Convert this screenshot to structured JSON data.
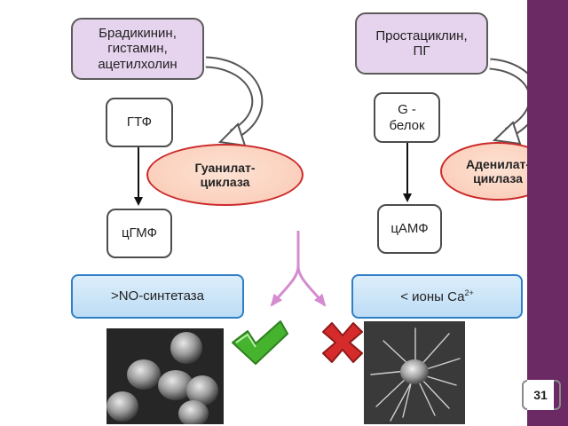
{
  "left": {
    "trigger": "Брадикинин,\nгистамин,\nацетилхолин",
    "substrate": "ГТФ",
    "enzyme": "Гуанилат-\nциклаза",
    "product": "цГМФ",
    "effect": ">NO-синтетаза"
  },
  "right": {
    "trigger": "Простациклин,\nПГ",
    "substrate": "G -\nбелок",
    "enzyme": "Аденилат-\nциклаза",
    "product": "цАМФ",
    "effect_text": "< ионы Са",
    "effect_sup": "2+"
  },
  "icons": {
    "left": "check-icon",
    "right": "cross-icon"
  },
  "colors": {
    "trigger_fill": "#e6d3ee",
    "enzyme_border": "#cc2b2b",
    "effect_border": "#2f7fc6",
    "check": "#46b32f",
    "cross": "#d62b2b",
    "sidebar": "#6b2a64",
    "fork_arrow": "#d48bd0"
  },
  "page": {
    "number": "31"
  }
}
